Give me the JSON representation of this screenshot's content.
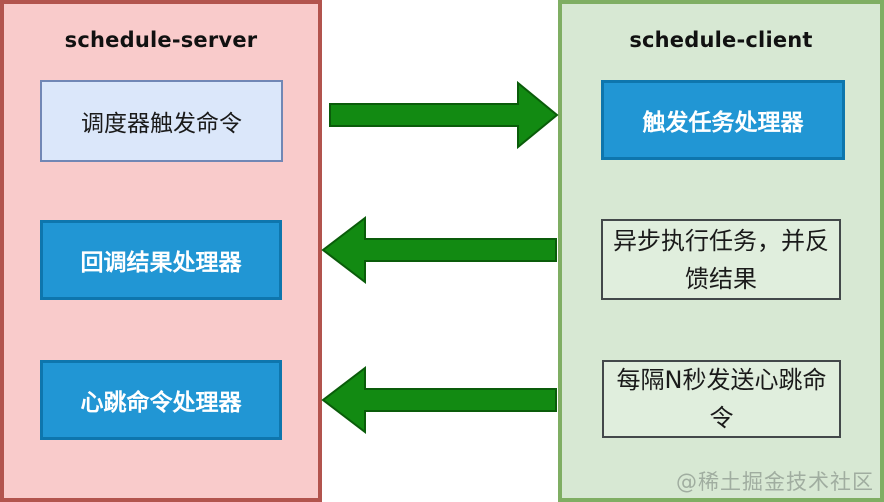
{
  "server": {
    "title": "schedule-server",
    "boxes": [
      {
        "label": "调度器触发命令"
      },
      {
        "label": "回调结果处理器"
      },
      {
        "label": "心跳命令处理器"
      }
    ]
  },
  "client": {
    "title": "schedule-client",
    "boxes": [
      {
        "label": "触发任务处理器"
      },
      {
        "label": "异步执行任务，并反馈结果"
      },
      {
        "label": "每隔N秒发送心跳命令"
      }
    ]
  },
  "arrows": [
    {
      "name": "trigger-command",
      "direction": "right",
      "from": "schedule-server",
      "to": "schedule-client"
    },
    {
      "name": "callback-result",
      "direction": "left",
      "from": "schedule-client",
      "to": "schedule-server"
    },
    {
      "name": "heartbeat-command",
      "direction": "left",
      "from": "schedule-client",
      "to": "schedule-server"
    }
  ],
  "watermark": "@稀土掘金技术社区",
  "colors": {
    "server_panel_fill": "#f9cbcb",
    "server_panel_border": "#b2544e",
    "client_panel_fill": "#d7e8d3",
    "client_panel_border": "#7fae63",
    "light_box_fill": "#dbe7fa",
    "light_box_border": "#7187b5",
    "blue_box_fill": "#2196d4",
    "blue_box_border": "#0e76ad",
    "outline_box_fill": "#e0eedd",
    "outline_box_border": "#43484a",
    "arrow_fill": "#128a12",
    "arrow_stroke": "#0a5c0a"
  }
}
